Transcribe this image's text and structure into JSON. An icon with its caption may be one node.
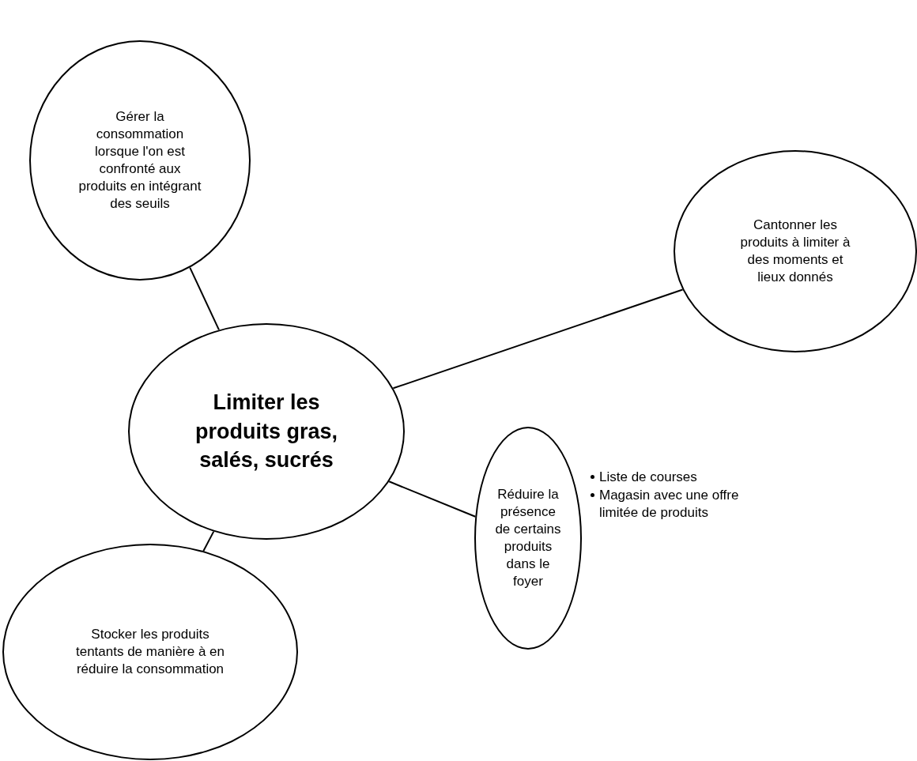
{
  "diagram": {
    "nodes": [
      {
        "text": [
          "Gérer la consommation lorsque l'on est confronté aux produits en intégrant des seuils"
        ]
      },
      {
        "text": [
          "Cantonner les produits à limiter à des moments et lieux donnés"
        ]
      },
      {
        "text": [
          "Limiter les produits gras, salés, sucrés"
        ]
      },
      {
        "text": [
          "Réduire la présence de certains produits dans le foyer"
        ],
        "beside": [
          "Liste de courses",
          "Magasin avec une offre limitée de produits"
        ]
      },
      {
        "text": [
          "Stocker les produits tentants de manière à en réduire la consommation"
        ]
      }
    ],
    "edges": [
      {
        "from": 2,
        "to": 0,
        "arrow": "none"
      },
      {
        "from": 2,
        "to": 1,
        "arrow": "none"
      },
      {
        "from": 2,
        "to": 3,
        "arrow": "none"
      },
      {
        "from": 2,
        "to": 4,
        "arrow": "none"
      }
    ]
  }
}
